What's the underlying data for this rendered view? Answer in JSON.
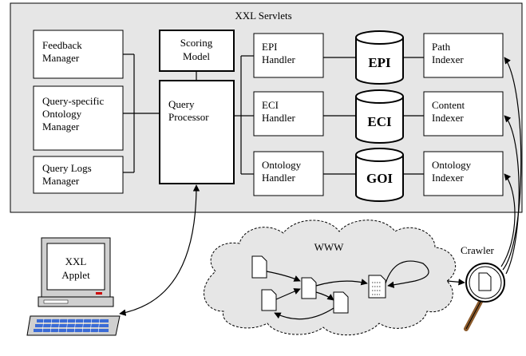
{
  "servlets": {
    "title": "XXL Servlets",
    "feedback_manager": [
      "Feedback",
      "Manager"
    ],
    "ontology_manager": [
      "Query-specific",
      "Ontology",
      "Manager"
    ],
    "logs_manager": [
      "Query Logs",
      "Manager"
    ],
    "scoring_model": [
      "Scoring",
      "Model"
    ],
    "query_processor": [
      "Query",
      "Processor"
    ],
    "epi_handler": [
      "EPI",
      "Handler"
    ],
    "eci_handler": [
      "ECI",
      "Handler"
    ],
    "ontology_handler": [
      "Ontology",
      "Handler"
    ],
    "epi_db": "EPI",
    "eci_db": "ECI",
    "goi_db": "GOI",
    "path_indexer": [
      "Path",
      "Indexer"
    ],
    "content_indexer": [
      "Content",
      "Indexer"
    ],
    "ontology_indexer": [
      "Ontology",
      "Indexer"
    ]
  },
  "www_label": "WWW",
  "crawler_label": "Crawler",
  "applet_label": [
    "XXL",
    "Applet"
  ],
  "colors": {
    "panel_fill": "#e6e6e6",
    "cloud_fill": "#e6e6e6",
    "crawler_handle": "#8b5a2b",
    "stroke": "#000000"
  },
  "icons": [
    "computer-icon",
    "document-icon",
    "magnifier-icon"
  ]
}
